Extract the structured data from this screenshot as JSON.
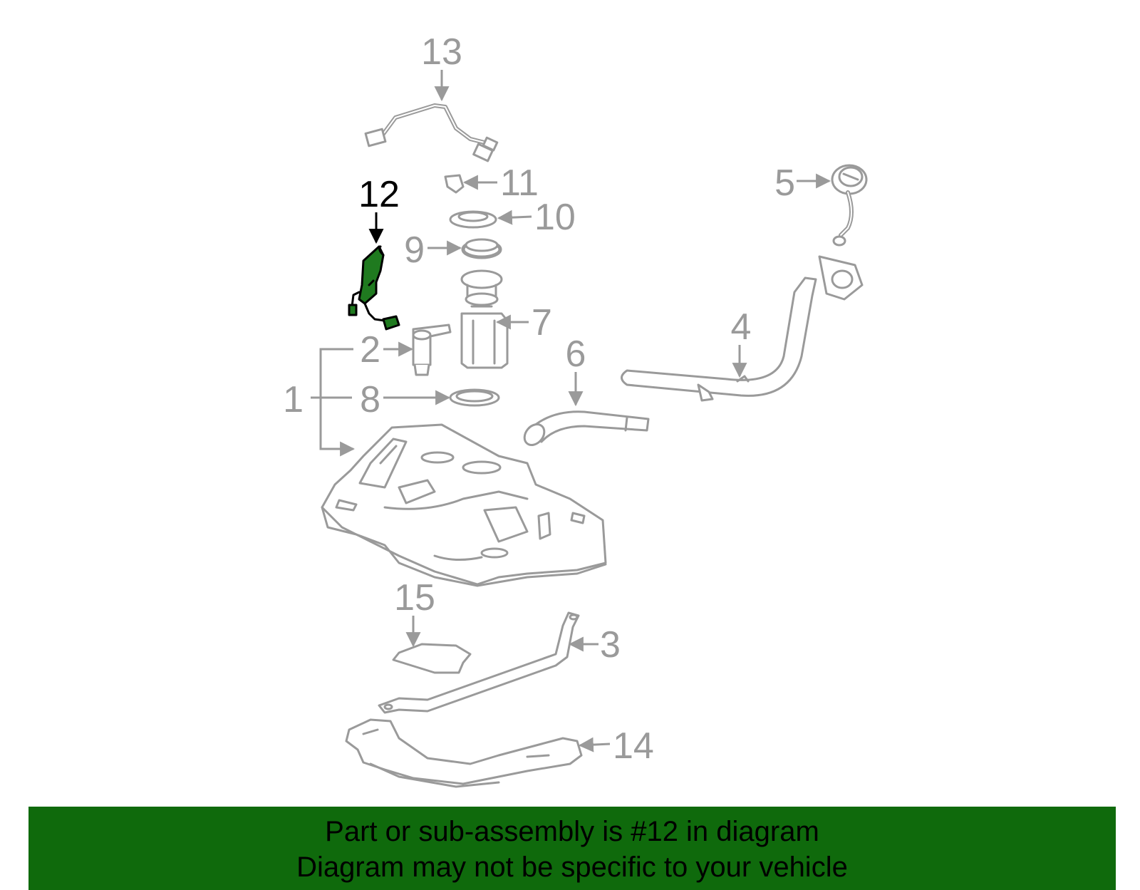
{
  "colors": {
    "part_outline": "#9a9a9a",
    "highlight_fill": "#1f7a1f",
    "highlight_stroke": "#000000",
    "banner_background": "#0f6a0c",
    "banner_text": "#000000"
  },
  "callouts": {
    "c1": "1",
    "c2": "2",
    "c3": "3",
    "c4": "4",
    "c5": "5",
    "c6": "6",
    "c7": "7",
    "c8": "8",
    "c9": "9",
    "c10": "10",
    "c11": "11",
    "c12": "12",
    "c13": "13",
    "c14": "14",
    "c15": "15"
  },
  "highlighted_part": "12",
  "banner": {
    "line1": "Part or sub-assembly is #12 in diagram",
    "line2": "Diagram may not be specific to your vehicle"
  }
}
